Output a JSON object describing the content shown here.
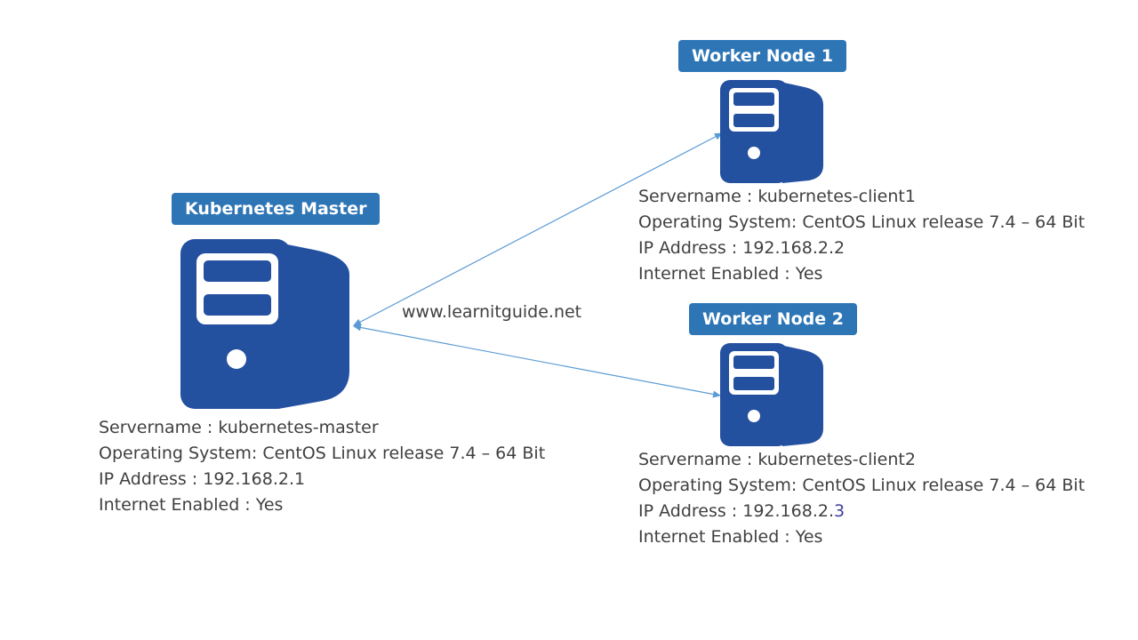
{
  "colors": {
    "server": "#2450a0",
    "label_bg": "#2e75b6",
    "label_text": "#ffffff",
    "arrow": "#5b9bd5",
    "text": "#404040"
  },
  "website": "www.learnitguide.net",
  "master": {
    "label": "Kubernetes Master",
    "icon": "server-icon",
    "servername": "Servername : kubernetes-master",
    "os": "Operating System: CentOS Linux release 7.4 – 64 Bit",
    "ip": "IP Address : 192.168.2.1",
    "internet": "Internet Enabled : Yes"
  },
  "worker1": {
    "label": "Worker Node 1",
    "icon": "server-icon",
    "servername": "Servername : kubernetes-client1",
    "os": "Operating System: CentOS Linux release 7.4 – 64 Bit",
    "ip": "IP Address : 192.168.2.2",
    "internet": "Internet Enabled : Yes"
  },
  "worker2": {
    "label": "Worker Node 2",
    "icon": "server-icon",
    "servername": "Servername : kubernetes-client2",
    "os": "Operating System: CentOS Linux release 7.4 – 64 Bit",
    "ip_prefix": "IP Address : 192.168.2.",
    "ip_last": "3",
    "internet": "Internet Enabled : Yes"
  }
}
